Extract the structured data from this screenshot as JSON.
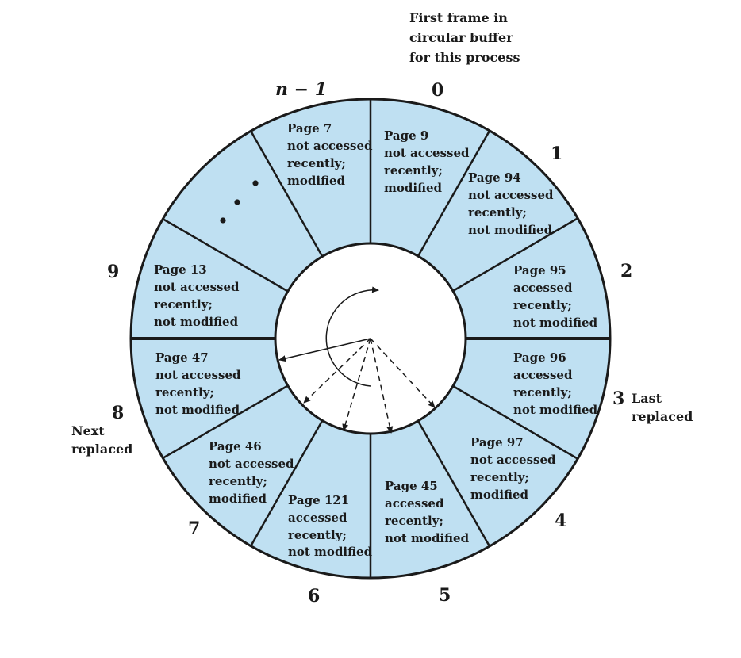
{
  "colors": {
    "segment_fill": "#bfe0f2",
    "stroke": "#1a1a1a",
    "inner": "#ffffff"
  },
  "header_note": [
    "First frame in",
    "circular buffer",
    "for this process"
  ],
  "frame_labels": {
    "n_minus_1": "n − 1",
    "f0": "0",
    "f1": "1",
    "f2": "2",
    "f3": "3",
    "f4": "4",
    "f5": "5",
    "f6": "6",
    "f7": "7",
    "f8": "8",
    "f9": "9"
  },
  "annotations": {
    "last_replaced": [
      "Last",
      "replaced"
    ],
    "next_replaced": [
      "Next",
      "replaced"
    ]
  },
  "segments": {
    "nm1": [
      "Page 7",
      "not accessed",
      "recently;",
      "modified"
    ],
    "s0": [
      "Page 9",
      "not accessed",
      "recently;",
      "modified"
    ],
    "s1": [
      "Page 94",
      "not accessed",
      "recently;",
      "not modified"
    ],
    "s2": [
      "Page 95",
      "accessed",
      "recently;",
      "not modified"
    ],
    "s3": [
      "Page 96",
      "accessed",
      "recently;",
      "not modified"
    ],
    "s4": [
      "Page 97",
      "not accessed",
      "recently;",
      "modified"
    ],
    "s5": [
      "Page 45",
      "accessed",
      "recently;",
      "not modified"
    ],
    "s6": [
      "Page 121",
      "accessed",
      "recently;",
      "not modified"
    ],
    "s7": [
      "Page 46",
      "not accessed",
      "recently;",
      "modified"
    ],
    "s8": [
      "Page 47",
      "not accessed",
      "recently;",
      "not modified"
    ],
    "s9": [
      "Page 13",
      "not accessed",
      "recently;",
      "not modified"
    ]
  }
}
